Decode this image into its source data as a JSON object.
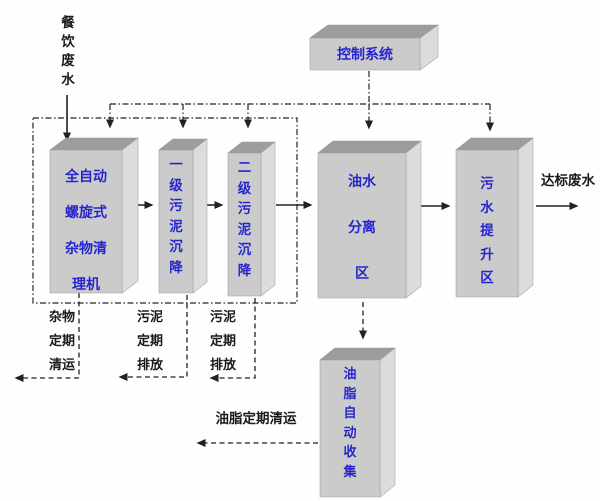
{
  "labels": {
    "inflow": "餐\n饮\n废\n水",
    "outflow": "达标废水",
    "debris_removal": "杂物\n定期\n清运",
    "sludge_discharge_1": "污泥\n定期\n排放",
    "sludge_discharge_2": "污泥\n定期\n排放",
    "grease_removal": "油脂定期清运"
  },
  "boxes": {
    "control_system": "控制系统",
    "screen_machine": "全自动\n螺旋式\n杂物清\n理机",
    "primary_settling": "一\n级\n污\n泥\n沉\n降",
    "secondary_settling": "二\n级\n污\n泥\n沉\n降",
    "oil_water_separation": "油水\n分离\n区",
    "sewage_lift": "污\n水\n提\n升\n区",
    "grease_collection": "油\n脂\n自\n动\n收\n集"
  },
  "colors": {
    "box_text": "#2626cc",
    "label_text": "#1a1a1a",
    "box_front": "#cbcbcb",
    "box_top": "#9d9d9d",
    "box_side": "#dcdcdc",
    "line": "#222222",
    "bg": "#fefefe"
  }
}
